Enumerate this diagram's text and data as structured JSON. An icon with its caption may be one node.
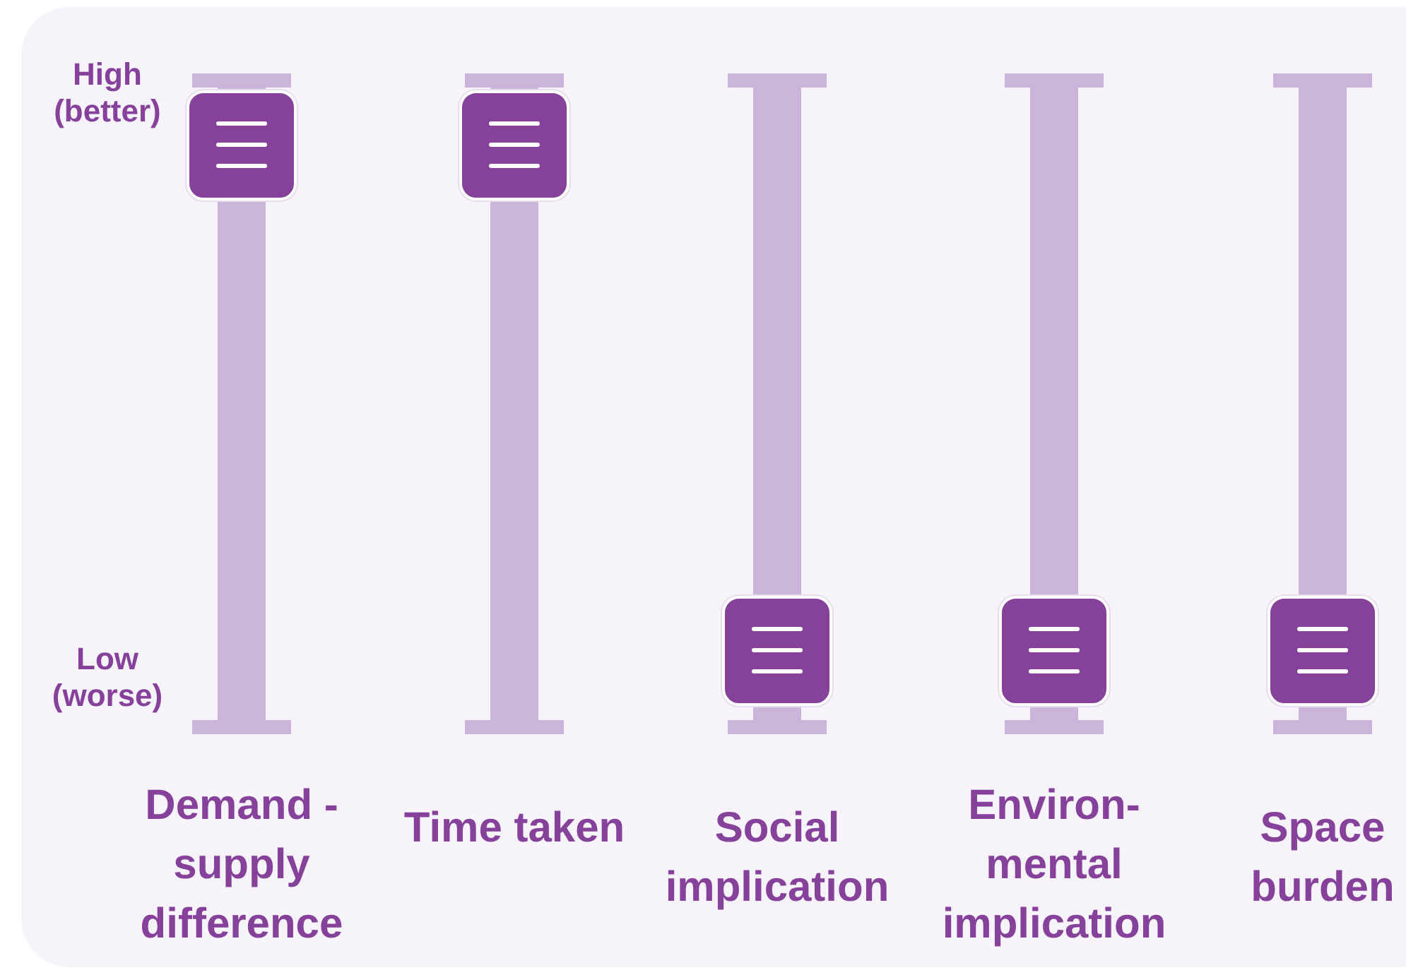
{
  "diagram": {
    "labels": [
      "High (better)",
      "Low (worse)",
      "Demand - supply difference",
      "Time taken",
      "Social implication",
      "Environ- mental implication",
      "Space burden"
    ]
  }
}
